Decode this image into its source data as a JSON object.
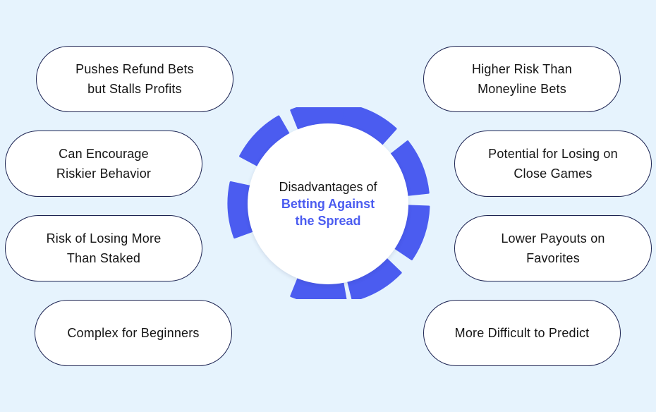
{
  "colors": {
    "background": "#e6f3fd",
    "segment": "#4b5cf0",
    "accent_text": "#4b5cf0",
    "pill_border": "#1c2352"
  },
  "center": {
    "line1": "Disadvantages of",
    "line2": "Betting Against",
    "line3": "the Spread"
  },
  "left_items": [
    {
      "line1": "Pushes Refund Bets",
      "line2": "but Stalls Profits"
    },
    {
      "line1": "Can Encourage",
      "line2": "Riskier Behavior"
    },
    {
      "line1": "Risk of Losing More",
      "line2": "Than Staked"
    },
    {
      "line1": "Complex for Beginners",
      "line2": ""
    }
  ],
  "right_items": [
    {
      "line1": "Higher Risk Than",
      "line2": "Moneyline Bets"
    },
    {
      "line1": "Potential for Losing on",
      "line2": "Close Games"
    },
    {
      "line1": "Lower Payouts on",
      "line2": "Favorites"
    },
    {
      "line1": "More Difficult to Predict",
      "line2": ""
    }
  ]
}
